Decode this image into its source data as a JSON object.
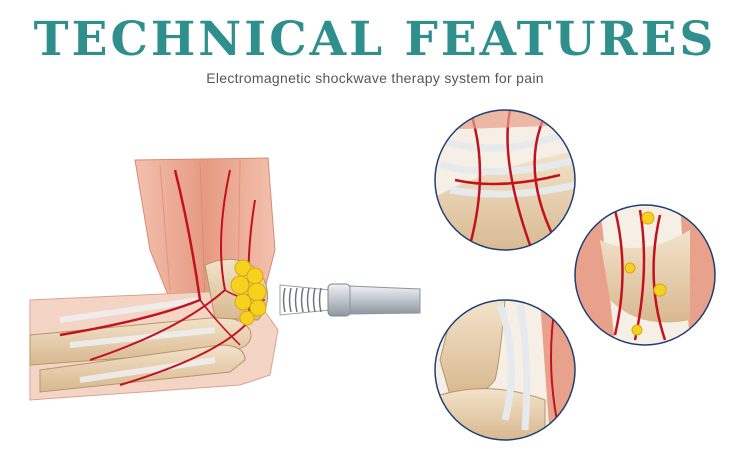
{
  "header": {
    "title": "TECHNICAL FEATURES",
    "subtitle": "Electromagnetic shockwave therapy system for pain"
  },
  "colors": {
    "title": "#2f8f8d",
    "artery": "#c1121f",
    "muscle": "#e9a58f",
    "bone": "#e8cfae",
    "fat": "#f6d21e",
    "circle_border": "#1d3f73",
    "probe": "#b9bfc6"
  },
  "illustration": {
    "main_image": "elbow-anatomy-illustration",
    "device": "shockwave-applicator-probe",
    "detail_views": [
      "tendon-closeup-circle",
      "calcification-closeup-circle",
      "healed-tendon-closeup-circle"
    ]
  }
}
